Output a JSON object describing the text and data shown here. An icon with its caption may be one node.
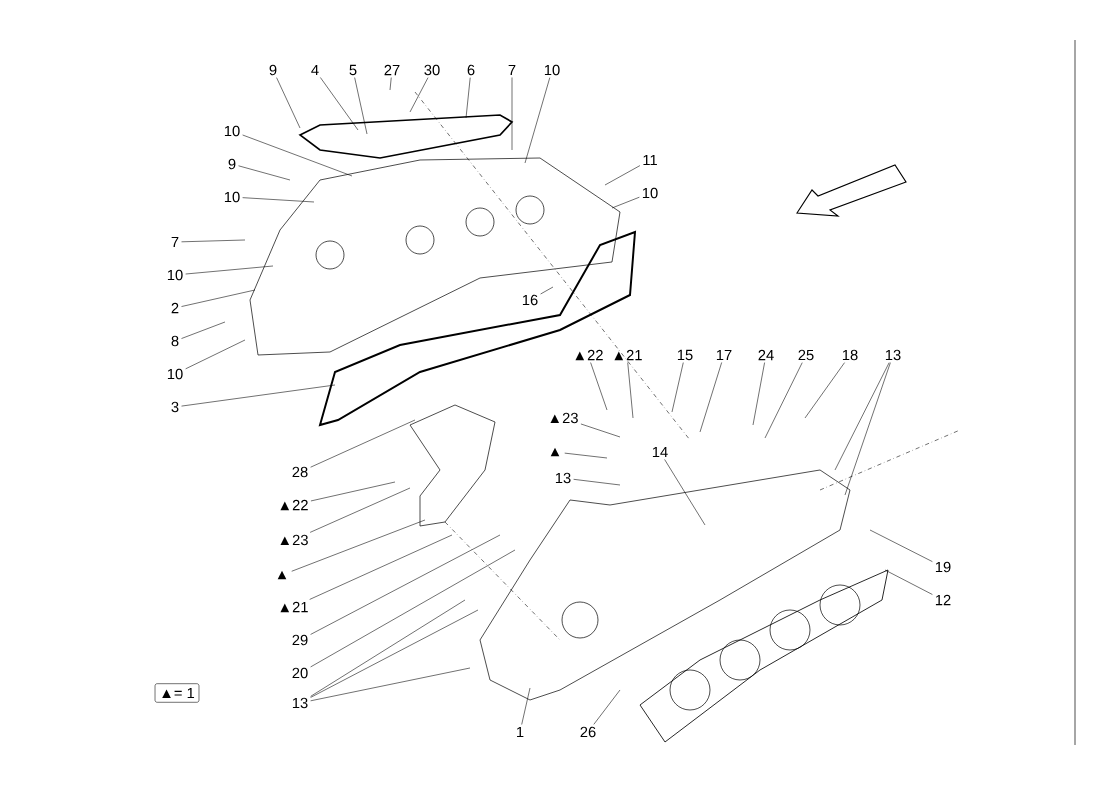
{
  "diagram": {
    "nodes": [
      {
        "text": [
          "9"
        ]
      },
      {
        "text": [
          "4"
        ]
      },
      {
        "text": [
          "5"
        ]
      },
      {
        "text": [
          "27"
        ]
      },
      {
        "text": [
          "30"
        ]
      },
      {
        "text": [
          "6"
        ]
      },
      {
        "text": [
          "7"
        ]
      },
      {
        "text": [
          "10"
        ]
      },
      {
        "text": [
          "10"
        ]
      },
      {
        "text": [
          "9"
        ]
      },
      {
        "text": [
          "10"
        ]
      },
      {
        "text": [
          "11"
        ]
      },
      {
        "text": [
          "10"
        ]
      },
      {
        "text": [
          "7"
        ]
      },
      {
        "text": [
          "10"
        ]
      },
      {
        "text": [
          "2"
        ]
      },
      {
        "text": [
          "8"
        ]
      },
      {
        "text": [
          "10"
        ]
      },
      {
        "text": [
          "16"
        ]
      },
      {
        "text": [
          "3"
        ]
      },
      {
        "text": [
          "▲22"
        ]
      },
      {
        "text": [
          "▲21"
        ]
      },
      {
        "text": [
          "15"
        ]
      },
      {
        "text": [
          "17"
        ]
      },
      {
        "text": [
          "24"
        ]
      },
      {
        "text": [
          "25"
        ]
      },
      {
        "text": [
          "18"
        ]
      },
      {
        "text": [
          "13"
        ]
      },
      {
        "text": [
          "▲23"
        ]
      },
      {
        "text": [
          "▲"
        ]
      },
      {
        "text": [
          "13"
        ]
      },
      {
        "text": [
          "14"
        ]
      },
      {
        "text": [
          "28"
        ]
      },
      {
        "text": [
          "▲22"
        ]
      },
      {
        "text": [
          "▲23"
        ]
      },
      {
        "text": [
          "▲"
        ]
      },
      {
        "text": [
          "▲21"
        ]
      },
      {
        "text": [
          "29"
        ]
      },
      {
        "text": [
          "20"
        ]
      },
      {
        "text": [
          "13"
        ]
      },
      {
        "text": [
          "19"
        ]
      },
      {
        "text": [
          "12"
        ]
      },
      {
        "text": [
          "1"
        ]
      },
      {
        "text": [
          "26"
        ]
      },
      {
        "text": [
          "▲= 1"
        ]
      }
    ],
    "edges": [
      {
        "from": 0,
        "to": null,
        "arrow": "none"
      },
      {
        "from": 1,
        "to": null,
        "arrow": "none"
      },
      {
        "from": 2,
        "to": null,
        "arrow": "none"
      },
      {
        "from": 3,
        "to": null,
        "arrow": "none"
      },
      {
        "from": 4,
        "to": null,
        "arrow": "none"
      },
      {
        "from": 5,
        "to": null,
        "arrow": "none"
      },
      {
        "from": 6,
        "to": null,
        "arrow": "none"
      },
      {
        "from": 7,
        "to": null,
        "arrow": "none"
      },
      {
        "from": 8,
        "to": null,
        "arrow": "none"
      },
      {
        "from": 9,
        "to": null,
        "arrow": "none"
      },
      {
        "from": 10,
        "to": null,
        "arrow": "none"
      },
      {
        "from": 11,
        "to": null,
        "arrow": "none"
      },
      {
        "from": 12,
        "to": null,
        "arrow": "none"
      },
      {
        "from": 13,
        "to": null,
        "arrow": "none"
      },
      {
        "from": 14,
        "to": null,
        "arrow": "none"
      },
      {
        "from": 15,
        "to": null,
        "arrow": "none"
      },
      {
        "from": 16,
        "to": null,
        "arrow": "none"
      },
      {
        "from": 17,
        "to": null,
        "arrow": "none"
      },
      {
        "from": 18,
        "to": null,
        "arrow": "none"
      },
      {
        "from": 19,
        "to": null,
        "arrow": "none"
      },
      {
        "from": 20,
        "to": null,
        "arrow": "none"
      },
      {
        "from": 21,
        "to": null,
        "arrow": "none"
      },
      {
        "from": 22,
        "to": null,
        "arrow": "none"
      },
      {
        "from": 23,
        "to": null,
        "arrow": "none"
      },
      {
        "from": 24,
        "to": null,
        "arrow": "none"
      },
      {
        "from": 25,
        "to": null,
        "arrow": "none"
      },
      {
        "from": 26,
        "to": null,
        "arrow": "none"
      },
      {
        "from": 27,
        "to": null,
        "arrow": "none"
      },
      {
        "from": 27,
        "to": null,
        "arrow": "none"
      },
      {
        "from": 28,
        "to": null,
        "arrow": "none"
      },
      {
        "from": 29,
        "to": null,
        "arrow": "none"
      },
      {
        "from": 30,
        "to": null,
        "arrow": "none"
      },
      {
        "from": 31,
        "to": null,
        "arrow": "none"
      },
      {
        "from": 32,
        "to": null,
        "arrow": "none"
      },
      {
        "from": 33,
        "to": null,
        "arrow": "none"
      },
      {
        "from": 34,
        "to": null,
        "arrow": "none"
      },
      {
        "from": 35,
        "to": null,
        "arrow": "none"
      },
      {
        "from": 36,
        "to": null,
        "arrow": "none"
      },
      {
        "from": 37,
        "to": null,
        "arrow": "none"
      },
      {
        "from": 38,
        "to": null,
        "arrow": "none"
      },
      {
        "from": 39,
        "to": null,
        "arrow": "none"
      },
      {
        "from": 39,
        "to": null,
        "arrow": "none"
      },
      {
        "from": 39,
        "to": null,
        "arrow": "none"
      },
      {
        "from": 40,
        "to": null,
        "arrow": "none"
      },
      {
        "from": 41,
        "to": null,
        "arrow": "none"
      },
      {
        "from": 42,
        "to": null,
        "arrow": "none"
      },
      {
        "from": 43,
        "to": null,
        "arrow": "none"
      }
    ]
  }
}
